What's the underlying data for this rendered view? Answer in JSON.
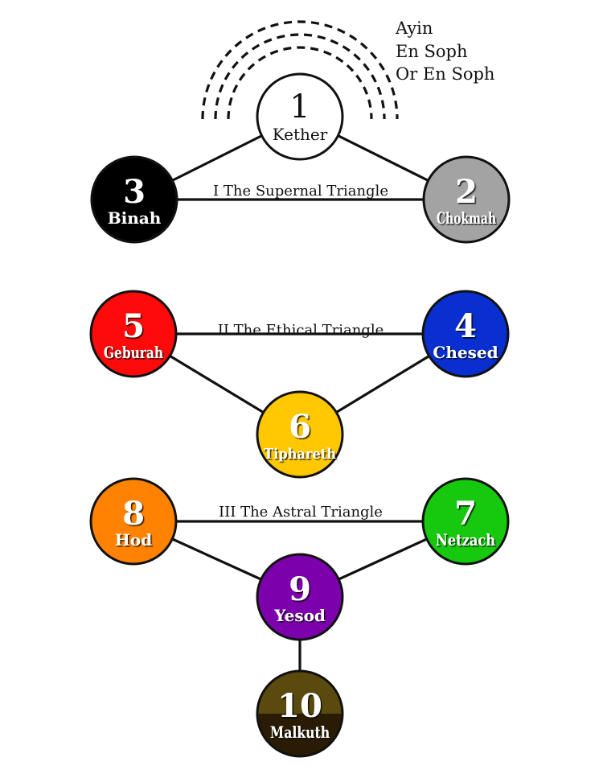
{
  "veils": [
    "Ayin",
    "En Soph",
    "Or En Soph"
  ],
  "sephiroth": [
    {
      "number": "1",
      "name": "Kether",
      "color": "#ffffff",
      "text_color": "#111111"
    },
    {
      "number": "2",
      "name": "Chokmah",
      "color": "#a3a3a3",
      "text_color": "#ffffff"
    },
    {
      "number": "3",
      "name": "Binah",
      "color": "#000000",
      "text_color": "#ffffff"
    },
    {
      "number": "4",
      "name": "Chesed",
      "color": "#0a2fd0",
      "text_color": "#ffffff"
    },
    {
      "number": "5",
      "name": "Geburah",
      "color": "#ff0a0a",
      "text_color": "#ffffff"
    },
    {
      "number": "6",
      "name": "Tiphareth",
      "color": "#ffc800",
      "text_color": "#ffffff"
    },
    {
      "number": "7",
      "name": "Netzach",
      "color": "#16c90f",
      "text_color": "#ffffff"
    },
    {
      "number": "8",
      "name": "Hod",
      "color": "#ff8300",
      "text_color": "#ffffff"
    },
    {
      "number": "9",
      "name": "Yesod",
      "color": "#7d00ad",
      "text_color": "#ffffff"
    },
    {
      "number": "10",
      "name": "Malkuth",
      "color": "#5a4a0d",
      "color_dark": "#2a1c04",
      "text_color": "#ffffff"
    }
  ],
  "triangles": [
    {
      "label": "I The Supernal Triangle"
    },
    {
      "label": "II The Ethical Triangle"
    },
    {
      "label": "III The Astral Triangle"
    }
  ],
  "connections": [
    [
      1,
      2
    ],
    [
      1,
      3
    ],
    [
      2,
      3
    ],
    [
      4,
      5
    ],
    [
      4,
      6
    ],
    [
      5,
      6
    ],
    [
      7,
      8
    ],
    [
      7,
      9
    ],
    [
      8,
      9
    ],
    [
      9,
      10
    ]
  ]
}
